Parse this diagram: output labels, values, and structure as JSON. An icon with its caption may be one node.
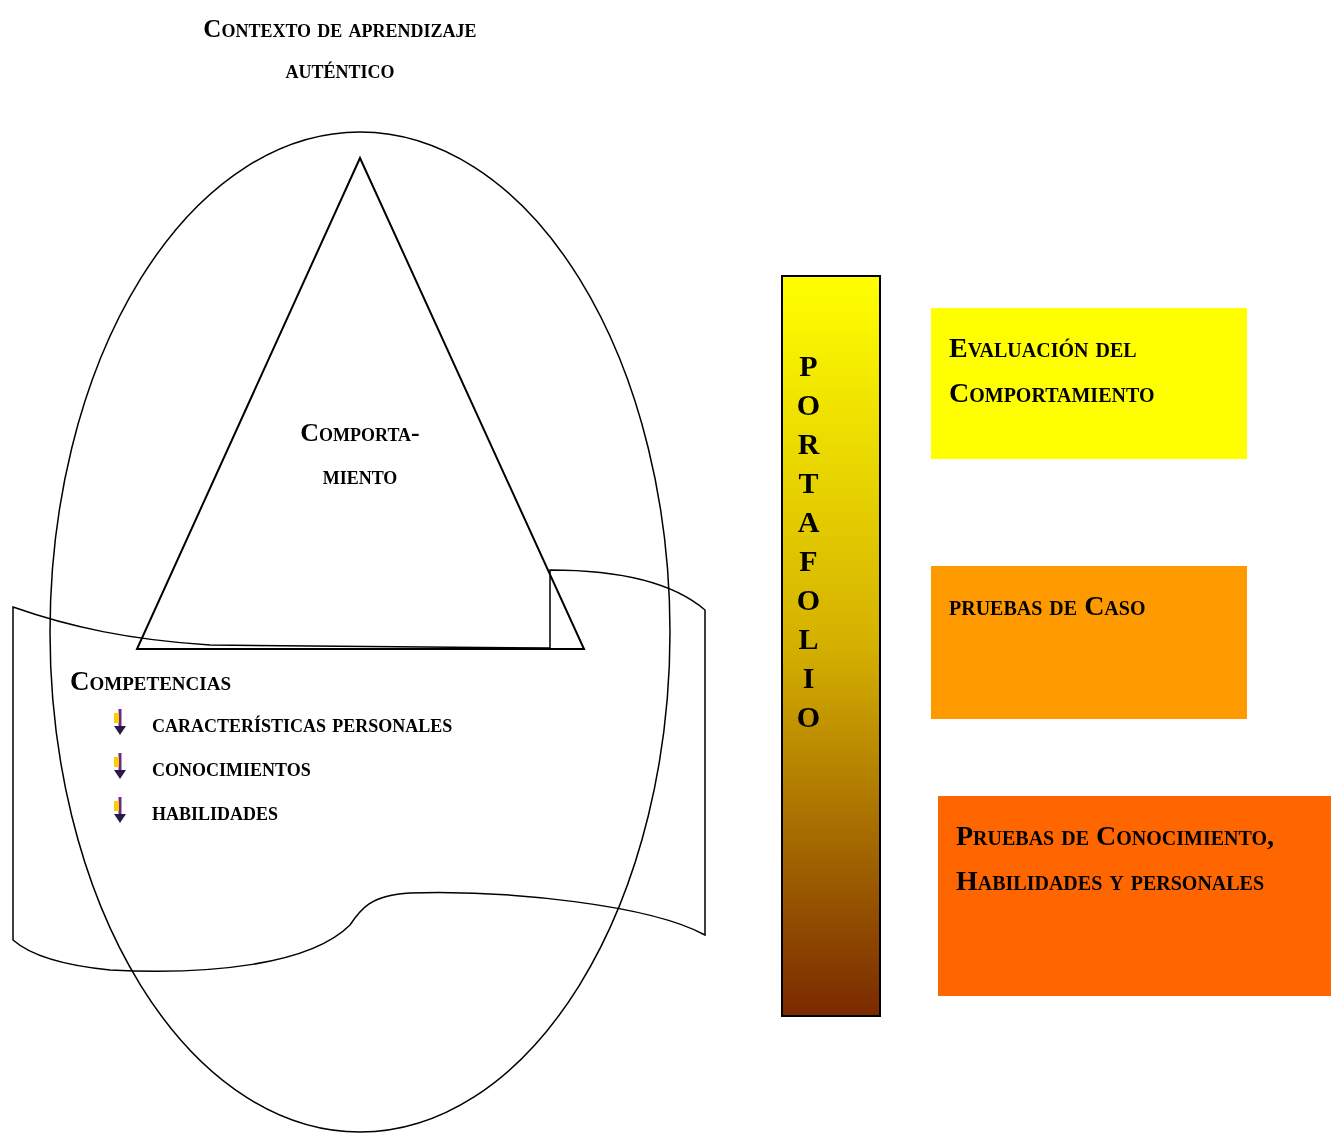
{
  "diagram": {
    "nodes": [
      {
        "text": [
          "Contexto de aprendizaje auténtico"
        ]
      },
      {
        "text": [
          "Comporta- miento"
        ],
        "in": 0
      },
      {
        "text": [
          "Competencias",
          "características personales",
          "conocimientos",
          "habilidades"
        ]
      },
      {
        "text": [
          "PORTAFOLIO"
        ]
      },
      {
        "text": [
          "Evaluación del Comportamiento"
        ]
      },
      {
        "text": [
          "pruebas de Caso"
        ]
      },
      {
        "text": [
          "Pruebas de Conocimiento, Habilidades y personales"
        ]
      }
    ],
    "edges": []
  }
}
